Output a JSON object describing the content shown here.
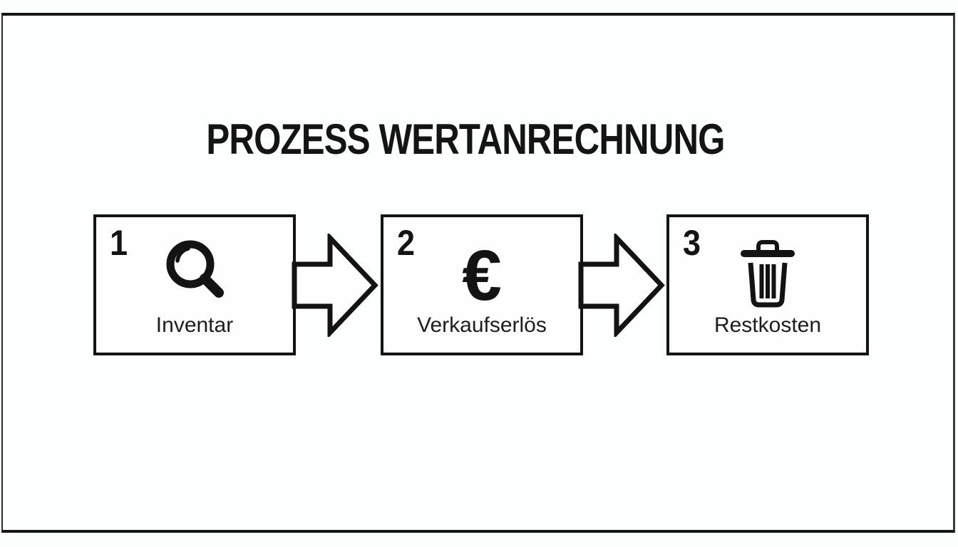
{
  "diagram": {
    "title": "PROZESS WERTANRECHNUNG",
    "steps": [
      {
        "number": "1",
        "label": "Inventar",
        "icon": "magnifier-icon"
      },
      {
        "number": "2",
        "label": "Verkaufserlös",
        "icon": "euro-icon",
        "symbol": "€"
      },
      {
        "number": "3",
        "label": "Restkosten",
        "icon": "trash-icon"
      }
    ],
    "colors": {
      "ink": "#141414",
      "background": "#fcfdfd",
      "box_fill": "#fefefe"
    }
  }
}
